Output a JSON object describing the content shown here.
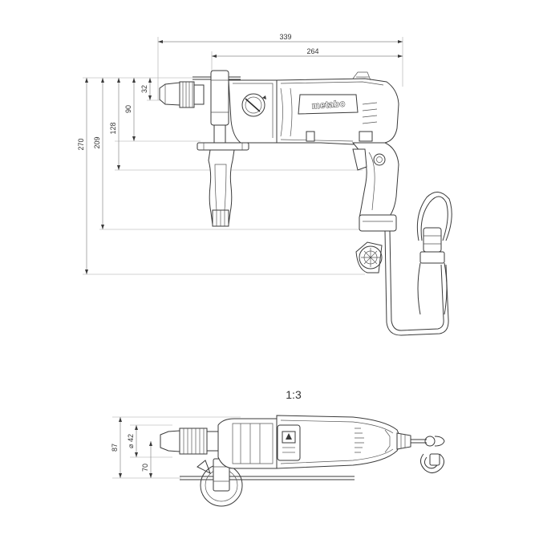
{
  "side_view": {
    "brand": "metabo",
    "dimensions": {
      "length_total": "339",
      "length_body": "264",
      "chuck_height": "32",
      "handle_drop": "90",
      "grip_depth": "128",
      "handle_height": "209",
      "overall_height": "270"
    }
  },
  "scale": "1:3",
  "top_view": {
    "dimensions": {
      "width_total": "87",
      "chuck_diameter": "⌀ 42",
      "offset": "70"
    }
  },
  "colors": {
    "line": "#3a3a3a",
    "dimension": "#8a8a8a",
    "background": "#ffffff"
  }
}
